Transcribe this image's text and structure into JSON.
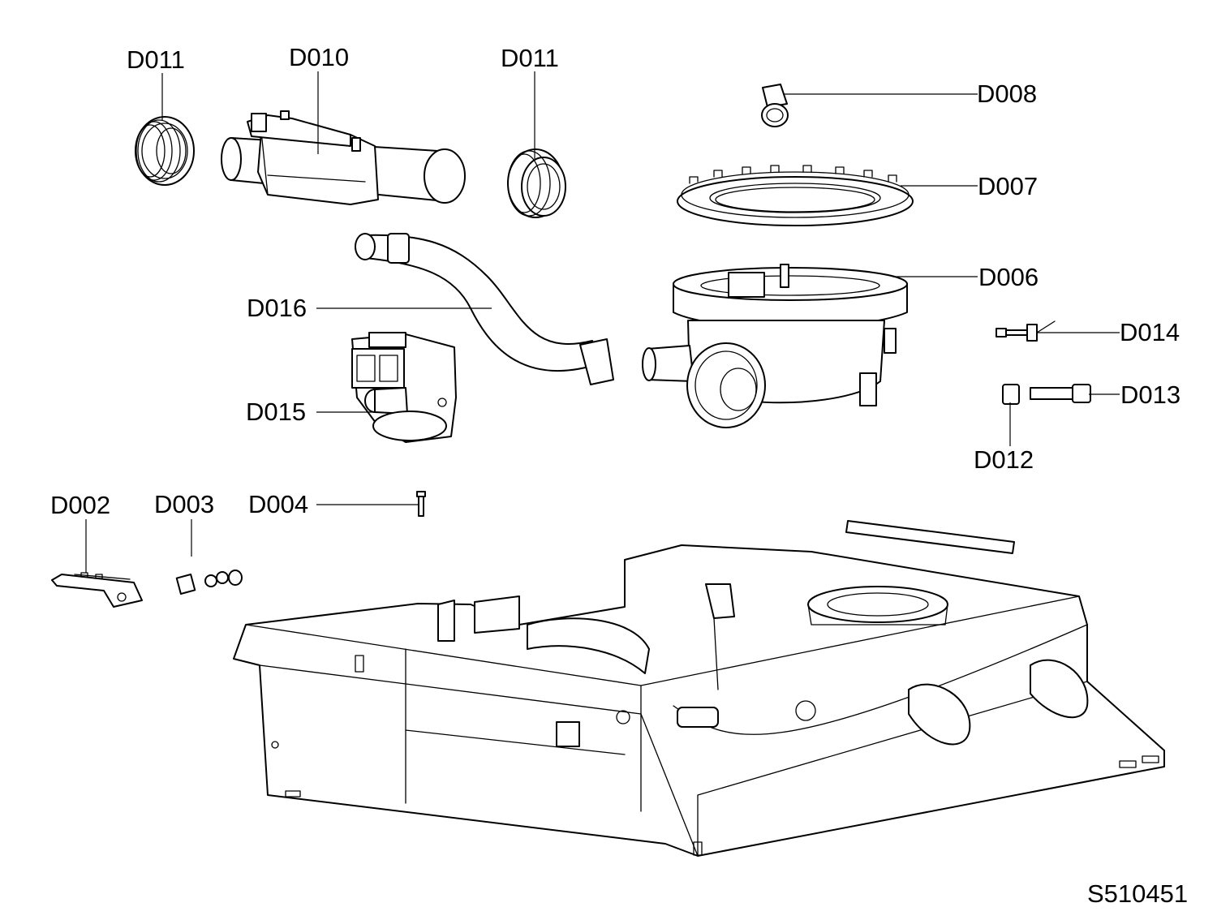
{
  "labels": {
    "d011_left": "D011",
    "d010": "D010",
    "d011_right": "D011",
    "d008": "D008",
    "d007": "D007",
    "d006": "D006",
    "d016": "D016",
    "d014": "D014",
    "d013": "D013",
    "d015": "D015",
    "d012": "D012",
    "d002": "D002",
    "d003": "D003",
    "d004": "D004"
  },
  "drawing_number": "S510451"
}
